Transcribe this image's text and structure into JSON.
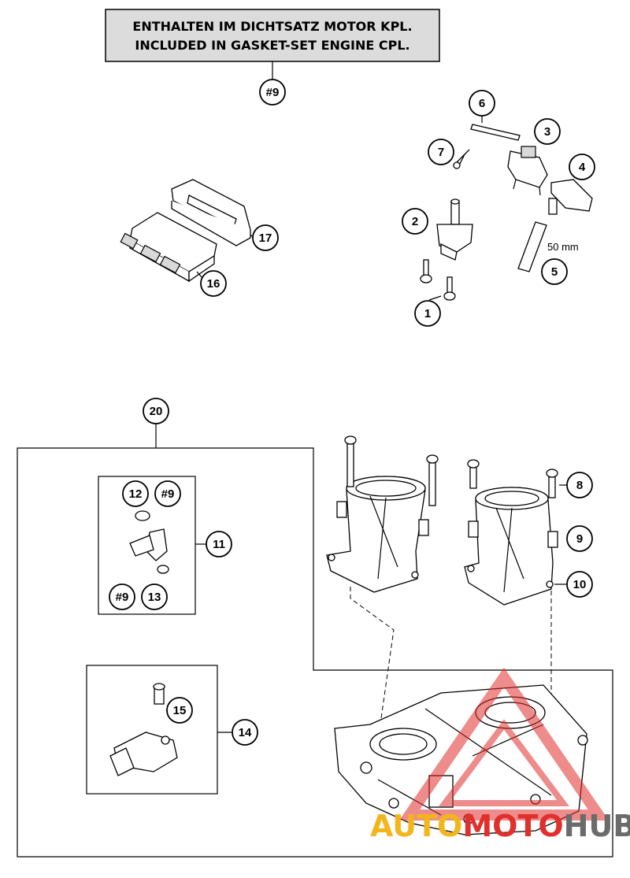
{
  "note": {
    "line1": "ENTHALTEN IM DICHTSATZ MOTOR KPL.",
    "line2": "INCLUDED IN GASKET-SET ENGINE CPL.",
    "ref": "#9"
  },
  "callouts": {
    "c1": "1",
    "c2": "2",
    "c3": "3",
    "c4": "4",
    "c5": "5",
    "c6": "6",
    "c7": "7",
    "c8": "8",
    "c9": "9",
    "c10": "10",
    "c11": "11",
    "c12": "12",
    "c12ref": "#9",
    "c13": "13",
    "c13ref": "#9",
    "c14": "14",
    "c15": "15",
    "c16": "16",
    "c17": "17",
    "c20": "20"
  },
  "dimension": "50 mm",
  "watermark": {
    "part1": "AUTO",
    "part2": "MOTO",
    "part3": "HUB",
    "color1": "#f2b61c",
    "color2": "#e0302b",
    "color3": "#6b6b6b"
  }
}
